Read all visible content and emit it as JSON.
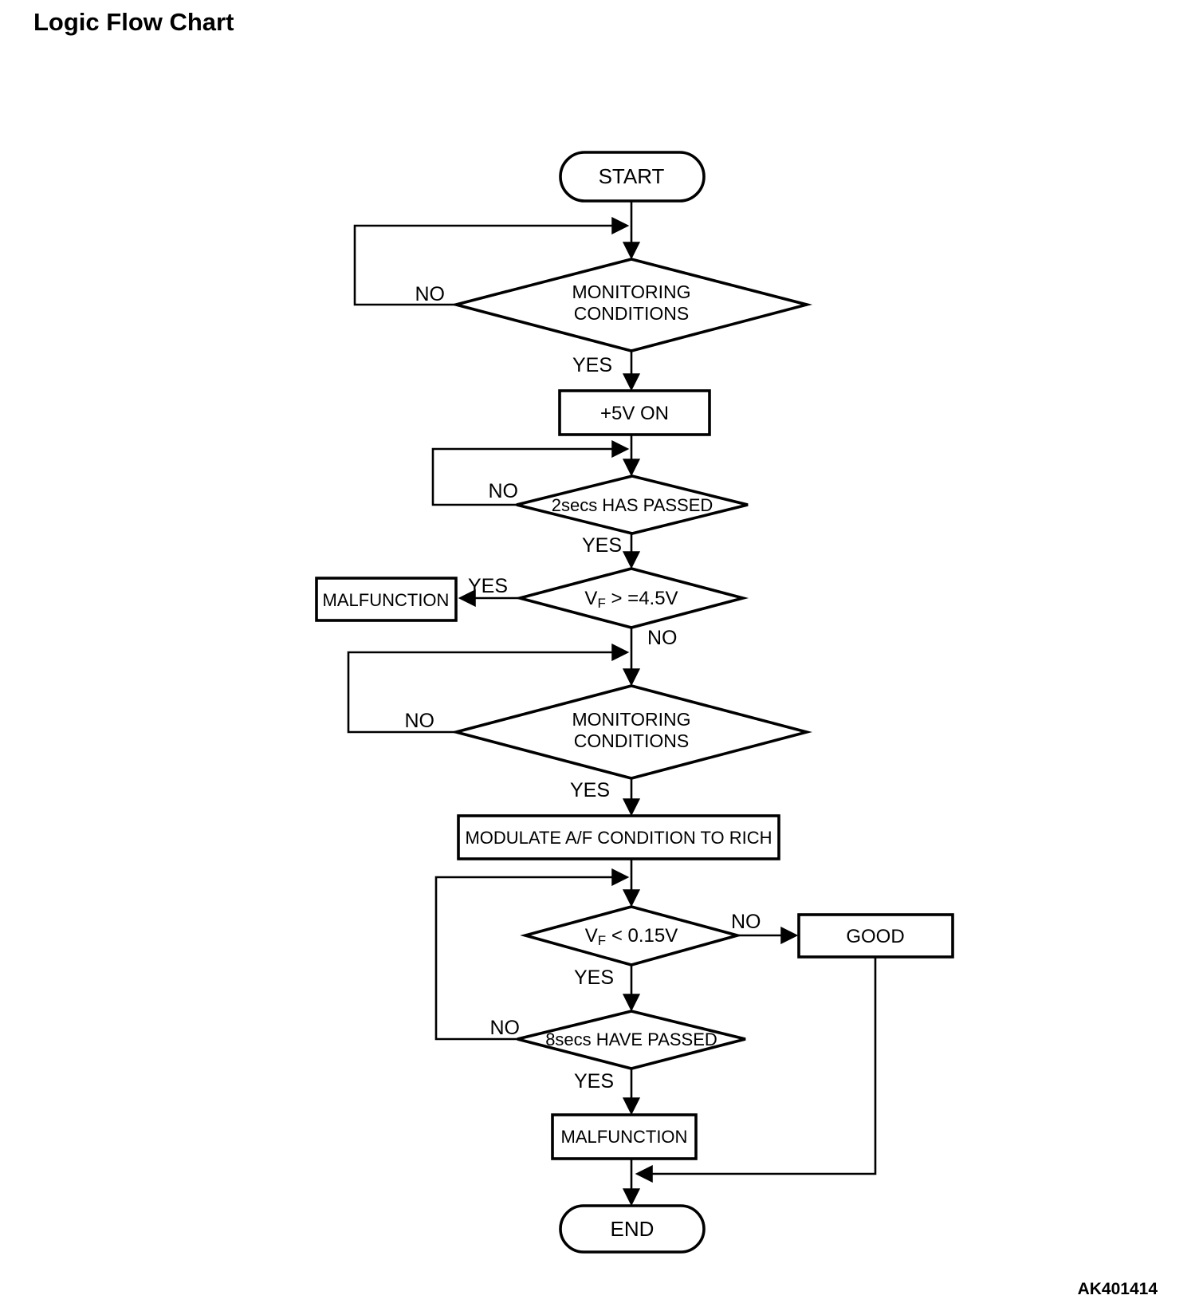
{
  "page": {
    "title": "Logic Flow Chart",
    "figure_code": "AK401414"
  },
  "flowchart": {
    "nodes": {
      "start": {
        "label": "START"
      },
      "monitoring1": {
        "line1": "MONITORING",
        "line2": "CONDITIONS"
      },
      "plus5v": {
        "label": "+5V ON"
      },
      "secs2": {
        "label": "2secs HAS PASSED"
      },
      "vf45": {
        "base": "V",
        "sub": "F",
        "rest": " > =4.5V"
      },
      "malfunction1": {
        "label": "MALFUNCTION"
      },
      "monitoring2": {
        "line1": "MONITORING",
        "line2": "CONDITIONS"
      },
      "modulate": {
        "label": "MODULATE A/F CONDITION TO RICH"
      },
      "vf015": {
        "base": "V",
        "sub": "F",
        "rest": " < 0.15V"
      },
      "good": {
        "label": "GOOD"
      },
      "secs8": {
        "label": "8secs HAVE PASSED"
      },
      "malfunction2": {
        "label": "MALFUNCTION"
      },
      "end": {
        "label": "END"
      }
    },
    "branches": {
      "monitoring1_no": "NO",
      "monitoring1_yes": "YES",
      "secs2_no": "NO",
      "secs2_yes": "YES",
      "vf45_yes": "YES",
      "vf45_no": "NO",
      "monitoring2_no": "NO",
      "monitoring2_yes": "YES",
      "vf015_no": "NO",
      "vf015_yes": "YES",
      "secs8_no": "NO",
      "secs8_yes": "YES"
    },
    "colors": {
      "ink": "#000000",
      "paper": "#ffffff"
    }
  }
}
